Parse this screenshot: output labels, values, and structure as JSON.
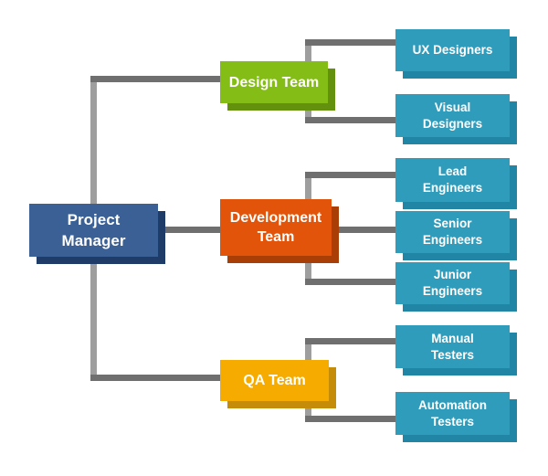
{
  "colors": {
    "canvas-bg": "#ffffff",
    "text": "#ffffff",
    "pm-bg": "#3a6096",
    "pm-shadow": "#1f3c69",
    "design-bg": "#85bd17",
    "design-shadow": "#63910e",
    "dev-bg": "#e2540a",
    "dev-shadow": "#a93f06",
    "qa-bg": "#f6ab00",
    "qa-shadow": "#c58c0a",
    "member-bg": "#2f9cbc",
    "member-shadow": "#2186a5",
    "line-v": "#9e9e9e",
    "line-h": "#6f6f6f"
  },
  "chart": {
    "type": "org-chart",
    "root": {
      "label": "Project\nManager"
    },
    "teams": [
      {
        "label": "Design Team",
        "members": [
          {
            "label": "UX Designers"
          },
          {
            "label": "Visual\nDesigners"
          }
        ]
      },
      {
        "label": "Development\nTeam",
        "members": [
          {
            "label": "Lead\nEngineers"
          },
          {
            "label": "Senior\nEngineers"
          },
          {
            "label": "Junior\nEngineers"
          }
        ]
      },
      {
        "label": "QA Team",
        "members": [
          {
            "label": "Manual\nTesters"
          },
          {
            "label": "Automation\nTesters"
          }
        ]
      }
    ]
  }
}
